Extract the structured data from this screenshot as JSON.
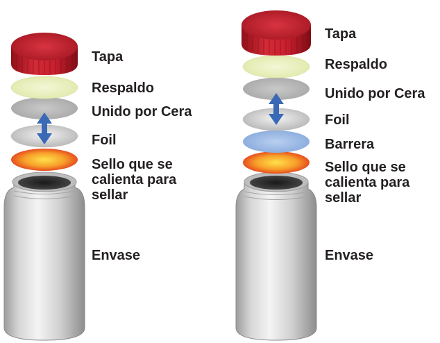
{
  "diagrams": [
    {
      "name": "left",
      "labels": [
        "Tapa",
        "Respaldo",
        "Unido por Cera",
        "Foil",
        "Sello que se\ncalienta para\nsellar",
        "Envase"
      ]
    },
    {
      "name": "right",
      "labels": [
        "Tapa",
        "Respaldo",
        "Unido por Cera",
        "Foil",
        "Barrera",
        "Sello que se\ncalienta para\nsellar",
        "Envase"
      ]
    }
  ],
  "colors": {
    "cap": "#c8202e",
    "backing": "#eef3c2",
    "wax": "#b9b9b9",
    "foil": "#d4d4d4",
    "barrier": "#9fbce3",
    "heat_seal_center": "#ffe14a",
    "heat_seal_edge": "#e23a1c",
    "arrow": "#3a69b6",
    "container": "#dcdcdc"
  },
  "icons": {
    "arrow": "double-arrow-vertical-icon"
  }
}
